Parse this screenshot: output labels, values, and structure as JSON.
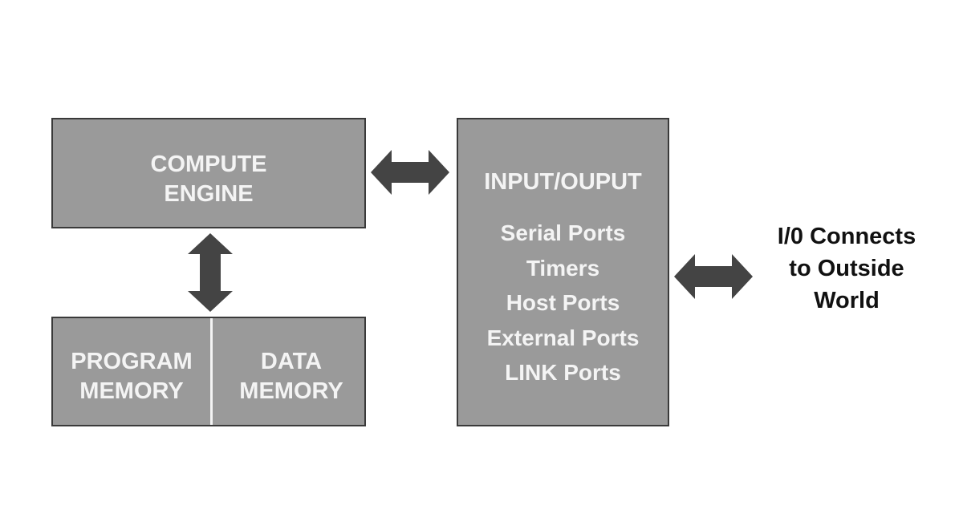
{
  "diagram": {
    "compute_engine": {
      "lines": [
        "COMPUTE",
        "ENGINE"
      ]
    },
    "program_memory": {
      "lines": [
        "PROGRAM",
        "MEMORY"
      ]
    },
    "data_memory": {
      "lines": [
        "DATA",
        "MEMORY"
      ]
    },
    "input_output": {
      "title": "INPUT/OUPUT",
      "items": [
        "Serial Ports",
        "Timers",
        "Host Ports",
        "External Ports",
        "LINK Ports"
      ]
    },
    "outside_label": {
      "lines": [
        "I/0 Connects",
        "to Outside",
        "World"
      ]
    },
    "colors": {
      "box_fill": "#9a9a9a",
      "box_border": "#3a3a3a",
      "box_text": "#f4f4f4",
      "arrow": "#444444",
      "outside_text": "#111111"
    }
  }
}
